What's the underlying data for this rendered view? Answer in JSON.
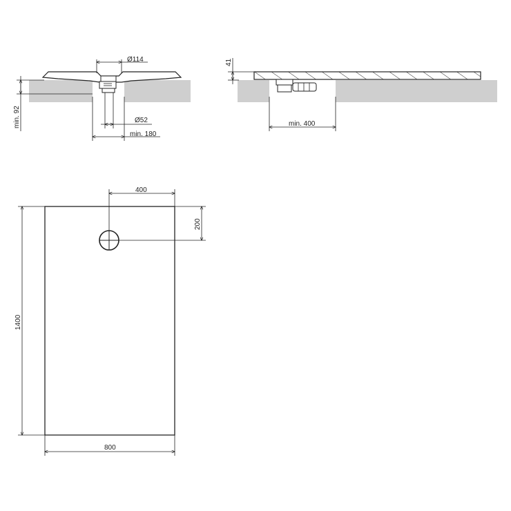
{
  "labels": {
    "diameter_114": "Ø114",
    "min_92": "min. 92",
    "diameter_52": "Ø52",
    "min_180": "min. 180",
    "height_41": "41",
    "min_400": "min. 400",
    "dim_400": "400",
    "dim_200": "200",
    "dim_1400": "1400",
    "dim_800": "800"
  },
  "colors": {
    "floor": "#cfcfcf",
    "line": "#222222"
  }
}
